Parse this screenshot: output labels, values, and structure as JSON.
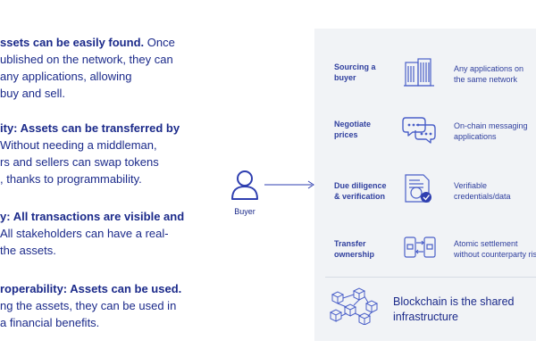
{
  "benefits": [
    {
      "lines": [
        {
          "bold": "ssets can be easily found.",
          "text": " Once"
        },
        {
          "bold": "",
          "text": "ublished on the network, they can"
        },
        {
          "bold": "",
          "text": " any applications, allowing"
        },
        {
          "bold": "",
          "text": "buy and sell."
        }
      ]
    },
    {
      "lines": [
        {
          "bold": "ity: Assets can be transferred by",
          "text": ""
        },
        {
          "bold": "",
          "text": "Without needing a middleman,"
        },
        {
          "bold": "",
          "text": "rs and sellers can swap tokens"
        },
        {
          "bold": "",
          "text": ", thanks to programmability."
        }
      ]
    },
    {
      "lines": [
        {
          "bold": "y: All transactions are visible and",
          "text": ""
        },
        {
          "bold": "",
          "text": "All stakeholders can have a real-"
        },
        {
          "bold": "",
          "text": "the assets."
        }
      ]
    },
    {
      "lines": [
        {
          "bold": "roperability: Assets can be used.",
          "text": ""
        },
        {
          "bold": "",
          "text": "ng the assets, they can be used in"
        },
        {
          "bold": "",
          "text": "a financial benefits."
        }
      ]
    }
  ],
  "buyer": {
    "label": "Buyer",
    "icon": "person-icon"
  },
  "steps": [
    {
      "label": [
        "Sourcing a",
        "buyer"
      ],
      "icon": "buildings-icon",
      "desc": [
        "Any applications on",
        "the same network"
      ]
    },
    {
      "label": [
        "Negotiate",
        "prices"
      ],
      "icon": "chat-bubbles-icon",
      "desc": [
        "On-chain messaging",
        "applications"
      ]
    },
    {
      "label": [
        "Due diligence",
        "& verification"
      ],
      "icon": "document-check-icon",
      "desc": [
        "Verifiable",
        "credentials/data"
      ]
    },
    {
      "label": [
        "Transfer",
        "ownership"
      ],
      "icon": "wallet-exchange-icon",
      "desc": [
        "Atomic settlement",
        "without counterparty ris"
      ]
    }
  ],
  "footer": {
    "text": [
      "Blockchain is the shared",
      "infrastructure"
    ],
    "icon": "blockchain-cubes-icon"
  },
  "colors": {
    "text": "#1b2a8a",
    "panel": "#f1f3f6",
    "accent": "#2f3f9e",
    "icon_line": "#4a5fc8"
  }
}
